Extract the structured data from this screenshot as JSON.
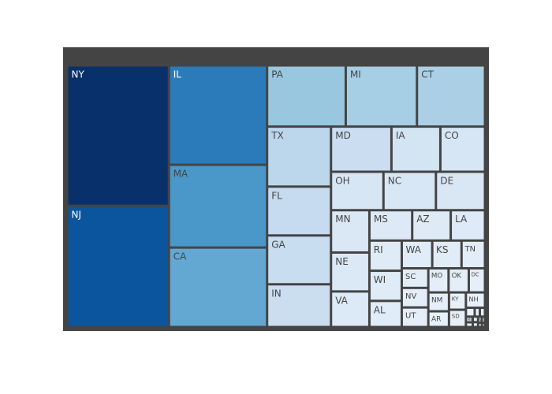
{
  "chart_data": {
    "type": "treemap",
    "title": "",
    "colorscale": "Blues",
    "root_color": "#444444",
    "tile_border_color": "#444444",
    "items": [
      {
        "label": "NY",
        "value": 22.0,
        "color": "#08306b",
        "text_color": "#ffffff"
      },
      {
        "label": "NJ",
        "value": 19.0,
        "color": "#0b559f",
        "text_color": "#ffffff"
      },
      {
        "label": "IL",
        "value": 15.0,
        "color": "#2b7bba",
        "text_color": "#ffffff"
      },
      {
        "label": "MA",
        "value": 12.5,
        "color": "#4a97c9",
        "text_color": "#444444"
      },
      {
        "label": "CA",
        "value": 12.0,
        "color": "#63a8d3",
        "text_color": "#444444"
      },
      {
        "label": "PA",
        "value": 7.4,
        "color": "#98c7df",
        "text_color": "#444444"
      },
      {
        "label": "MI",
        "value": 6.7,
        "color": "#a6cee4",
        "text_color": "#444444"
      },
      {
        "label": "CT",
        "value": 6.4,
        "color": "#abd0e6",
        "text_color": "#444444"
      },
      {
        "label": "TX",
        "value": 5.9,
        "color": "#bcd7eb",
        "text_color": "#444444"
      },
      {
        "label": "FL",
        "value": 4.8,
        "color": "#c6dbef",
        "text_color": "#444444"
      },
      {
        "label": "GA",
        "value": 4.8,
        "color": "#c8ddf0",
        "text_color": "#444444"
      },
      {
        "label": "IN",
        "value": 4.2,
        "color": "#cadef0",
        "text_color": "#444444"
      },
      {
        "label": "MD",
        "value": 4.2,
        "color": "#cbdef1",
        "text_color": "#444444"
      },
      {
        "label": "IA",
        "value": 3.4,
        "color": "#d3e4f3",
        "text_color": "#444444"
      },
      {
        "label": "CO",
        "value": 3.1,
        "color": "#d6e6f4",
        "text_color": "#444444"
      },
      {
        "label": "OH",
        "value": 3.1,
        "color": "#d7e6f5",
        "text_color": "#444444"
      },
      {
        "label": "NC",
        "value": 3.1,
        "color": "#d8e7f5",
        "text_color": "#444444"
      },
      {
        "label": "DE",
        "value": 2.9,
        "color": "#d9e7f5",
        "text_color": "#444444"
      },
      {
        "label": "MN",
        "value": 2.5,
        "color": "#dae8f6",
        "text_color": "#444444"
      },
      {
        "label": "NE",
        "value": 2.3,
        "color": "#dbe9f6",
        "text_color": "#444444"
      },
      {
        "label": "VA",
        "value": 2.1,
        "color": "#dce9f6",
        "text_color": "#444444"
      },
      {
        "label": "MS",
        "value": 2.0,
        "color": "#dde9f6",
        "text_color": "#444444"
      },
      {
        "label": "AZ",
        "value": 1.8,
        "color": "#deeaf6",
        "text_color": "#444444"
      },
      {
        "label": "LA",
        "value": 1.6,
        "color": "#deeaf7",
        "text_color": "#444444"
      },
      {
        "label": "RI",
        "value": 1.5,
        "color": "#dfebf7",
        "text_color": "#444444"
      },
      {
        "label": "WI",
        "value": 1.5,
        "color": "#dfebf7",
        "text_color": "#444444"
      },
      {
        "label": "AL",
        "value": 1.3,
        "color": "#e0ecf7",
        "text_color": "#444444"
      },
      {
        "label": "WA",
        "value": 1.3,
        "color": "#e0ecf7",
        "text_color": "#444444"
      },
      {
        "label": "KS",
        "value": 1.25,
        "color": "#e1ecf7",
        "text_color": "#444444"
      },
      {
        "label": "TN",
        "value": 1.0,
        "color": "#e2edf8",
        "text_color": "#444444"
      },
      {
        "label": "SC",
        "value": 0.8,
        "color": "#e2edf8",
        "text_color": "#444444"
      },
      {
        "label": "NV",
        "value": 0.8,
        "color": "#e3eef8",
        "text_color": "#444444"
      },
      {
        "label": "UT",
        "value": 0.8,
        "color": "#e3eef8",
        "text_color": "#444444"
      },
      {
        "label": "MO",
        "value": 0.75,
        "color": "#e4eef8",
        "text_color": "#444444"
      },
      {
        "label": "OK",
        "value": 0.75,
        "color": "#e4eef8",
        "text_color": "#444444"
      },
      {
        "label": "DC",
        "value": 0.6,
        "color": "#e5eff9",
        "text_color": "#444444"
      },
      {
        "label": "NM",
        "value": 0.6,
        "color": "#e5eff9",
        "text_color": "#444444"
      },
      {
        "label": "AR",
        "value": 0.5,
        "color": "#e6f0f9",
        "text_color": "#444444"
      },
      {
        "label": "KY",
        "value": 0.45,
        "color": "#e6f0f9",
        "text_color": "#444444"
      },
      {
        "label": "SD",
        "value": 0.45,
        "color": "#e7f0f9",
        "text_color": "#444444"
      },
      {
        "label": "NH",
        "value": 0.45,
        "color": "#e7f0f9",
        "text_color": "#444444"
      },
      {
        "label": "",
        "value": 0.12,
        "color": "#e8f1fa",
        "text_color": "#444444"
      },
      {
        "label": "",
        "value": 0.07,
        "color": "#e8f1fa",
        "text_color": "#444444"
      },
      {
        "label": "",
        "value": 0.07,
        "color": "#e9f2fa",
        "text_color": "#444444"
      },
      {
        "label": "ME",
        "value": 0.06,
        "color": "#e9f2fa",
        "text_color": "#444444"
      },
      {
        "label": "",
        "value": 0.05,
        "color": "#eaf2fa",
        "text_color": "#444444"
      },
      {
        "label": "",
        "value": 0.045,
        "color": "#eaf3fb",
        "text_color": "#444444"
      },
      {
        "label": "",
        "value": 0.04,
        "color": "#ebf3fb",
        "text_color": "#444444"
      },
      {
        "label": "WV",
        "value": 0.035,
        "color": "#ebf3fb",
        "text_color": "#444444"
      },
      {
        "label": "",
        "value": 0.03,
        "color": "#ecf4fb",
        "text_color": "#444444"
      },
      {
        "label": "",
        "value": 0.025,
        "color": "#ecf4fb",
        "text_color": "#444444"
      },
      {
        "label": "",
        "value": 0.02,
        "color": "#edf4fb",
        "text_color": "#444444"
      }
    ]
  }
}
